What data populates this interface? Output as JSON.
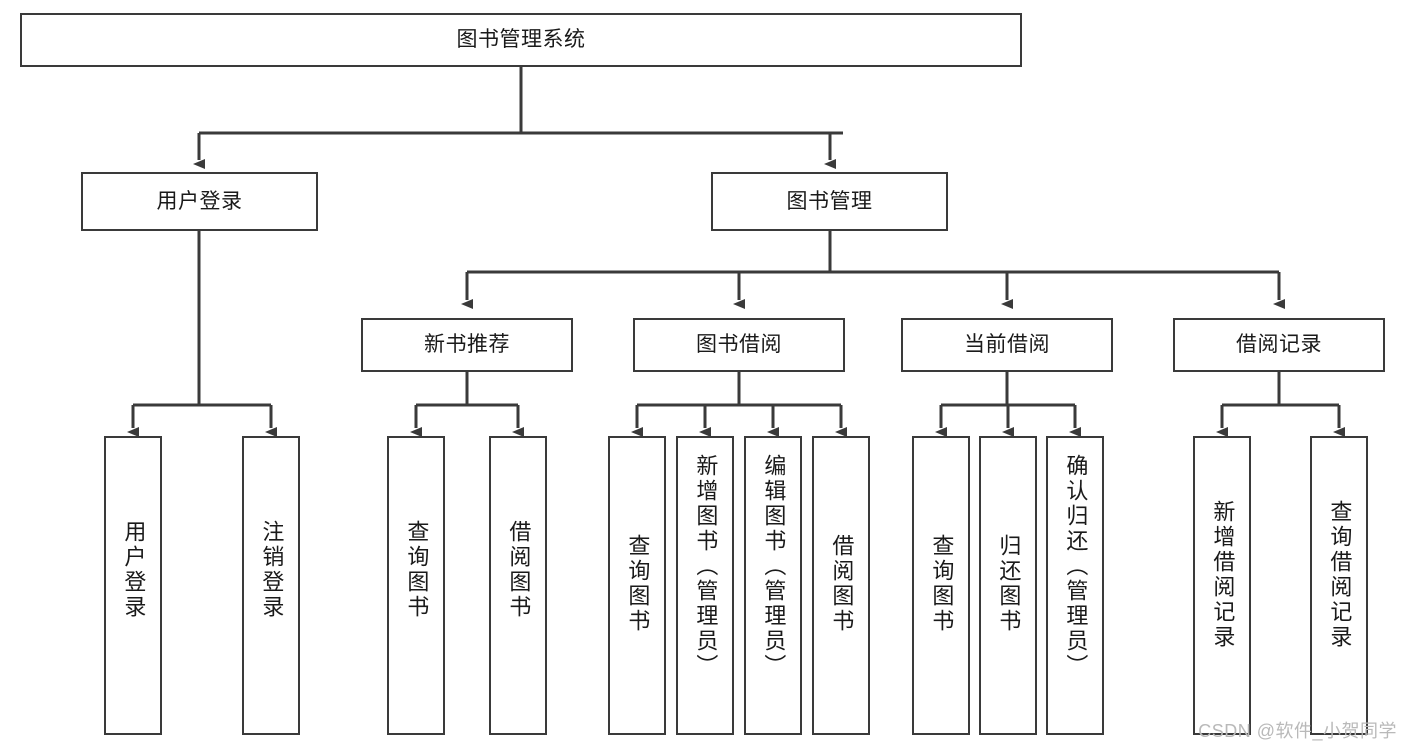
{
  "diagram": {
    "title": "图书管理系统",
    "type": "tree-hierarchy-diagram",
    "colors": {
      "background": "#ffffff",
      "box_border": "#3a3a3a",
      "box_fill": "#ffffff",
      "text": "#1a1a1a",
      "connector": "#3a3a3a",
      "watermark": "#b9b9b9"
    },
    "root": {
      "label": "图书管理系统"
    },
    "level2": [
      {
        "label": "用户登录"
      },
      {
        "label": "图书管理"
      }
    ],
    "level3": [
      {
        "label": "新书推荐"
      },
      {
        "label": "图书借阅"
      },
      {
        "label": "当前借阅"
      },
      {
        "label": "借阅记录"
      }
    ],
    "leaves": {
      "user_login": [
        {
          "label": "用户登录"
        },
        {
          "label": "注销登录"
        }
      ],
      "new_book_recommend": [
        {
          "label": "查询图书"
        },
        {
          "label": "借阅图书"
        }
      ],
      "book_borrow": [
        {
          "label": "查询图书"
        },
        {
          "label": "新增图书（管理员）"
        },
        {
          "label": "编辑图书（管理员）"
        },
        {
          "label": "借阅图书"
        }
      ],
      "current_borrow": [
        {
          "label": "查询图书"
        },
        {
          "label": "归还图书"
        },
        {
          "label": "确认归还（管理员）"
        }
      ],
      "borrow_record": [
        {
          "label": "新增借阅记录"
        },
        {
          "label": "查询借阅记录"
        }
      ]
    }
  },
  "watermark": {
    "text": "CSDN @软件_小贺同学"
  }
}
